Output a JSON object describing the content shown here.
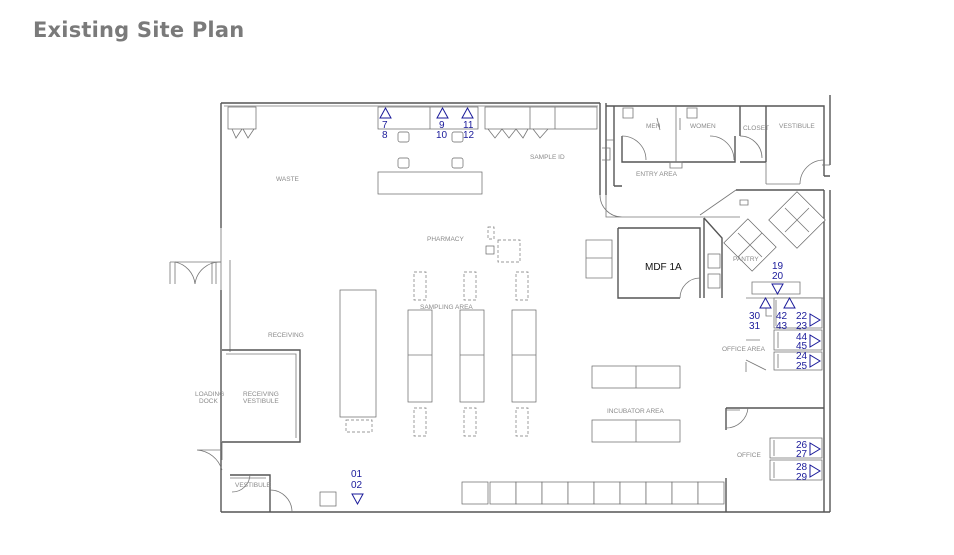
{
  "title": "Existing Site Plan",
  "rooms": {
    "waste": "WASTE",
    "sample_id": "SAMPLE ID",
    "pharmacy": "PHARMACY",
    "sampling_area": "SAMPLING AREA",
    "receiving": "RECEIVING",
    "loading_dock_1": "LOADING",
    "loading_dock_2": "DOCK",
    "receiving_vestibule_1": "RECEIVING",
    "receiving_vestibule_2": "VESTIBULE",
    "vestibule_bottom": "VESTIBULE",
    "men": "MEN",
    "women": "WOMEN",
    "closet": "CLOSET",
    "vestibule_right": "VESTIBULE",
    "entry_area": "ENTRY AREA",
    "mdf": "MDF 1A",
    "pantry": "PANTRY",
    "office_area": "OFFICE AREA",
    "incubator_area": "INCUBATOR AREA",
    "office": "OFFICE"
  },
  "markers": {
    "m7": "7",
    "m8": "8",
    "m9": "9",
    "m10": "10",
    "m11": "11",
    "m12": "12",
    "m19": "19",
    "m20": "20",
    "m30": "30",
    "m31": "31",
    "m42": "42",
    "m43": "43",
    "m22": "22",
    "m23": "23",
    "m44": "44",
    "m45": "45",
    "m24": "24",
    "m25": "25",
    "m26": "26",
    "m27": "27",
    "m28": "28",
    "m29": "29",
    "m01": "01",
    "m02": "02"
  }
}
